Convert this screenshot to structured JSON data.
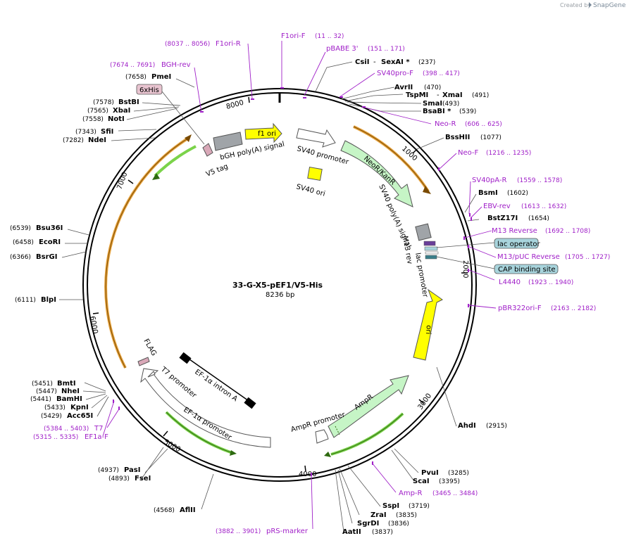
{
  "credit": {
    "prefix": "Created by",
    "brand": "SnapGene"
  },
  "plasmid": {
    "name": "33-G-X5-pEF1/V5-His",
    "size": "8236 bp"
  },
  "ticks": [
    "1000",
    "2000",
    "3000",
    "4000",
    "5000",
    "6000",
    "7000",
    "8000"
  ],
  "sites": [
    {
      "name": "SexAI *",
      "pos": "(237)"
    },
    {
      "name": "CsiI",
      "pos": ""
    },
    {
      "name": "AvrII",
      "pos": "(470)"
    },
    {
      "name": "XmaI",
      "pos": "(491)"
    },
    {
      "name": "TspMI",
      "pos": ""
    },
    {
      "name": "SmaI",
      "pos": "(493)"
    },
    {
      "name": "BsaBI *",
      "pos": "(539)"
    },
    {
      "name": "BssHII",
      "pos": "(1077)"
    },
    {
      "name": "BsmI",
      "pos": "(1602)"
    },
    {
      "name": "BstZ17I",
      "pos": "(1654)"
    },
    {
      "name": "AhdI",
      "pos": "(2915)"
    },
    {
      "name": "PvuI",
      "pos": "(3285)"
    },
    {
      "name": "ScaI",
      "pos": "(3395)"
    },
    {
      "name": "SspI",
      "pos": "(3719)"
    },
    {
      "name": "ZraI",
      "pos": "(3835)"
    },
    {
      "name": "SgrDI",
      "pos": "(3836)"
    },
    {
      "name": "AatII",
      "pos": "(3837)"
    },
    {
      "name": "AflII",
      "pos": "(4568)"
    },
    {
      "name": "PasI",
      "pos": "(4937)"
    },
    {
      "name": "FseI",
      "pos": "(4893)"
    },
    {
      "name": "BmtI",
      "pos": "(5451)"
    },
    {
      "name": "NheI",
      "pos": "(5447)"
    },
    {
      "name": "BamHI",
      "pos": "(5441)"
    },
    {
      "name": "KpnI",
      "pos": "(5433)"
    },
    {
      "name": "Acc65I",
      "pos": "(5429)"
    },
    {
      "name": "BlpI",
      "pos": "(6111)"
    },
    {
      "name": "BsrGI",
      "pos": "(6366)"
    },
    {
      "name": "EcoRI",
      "pos": "(6458)"
    },
    {
      "name": "Bsu36I",
      "pos": "(6539)"
    },
    {
      "name": "NdeI",
      "pos": "(7282)"
    },
    {
      "name": "SfiI",
      "pos": "(7343)"
    },
    {
      "name": "NotI",
      "pos": "(7558)"
    },
    {
      "name": "XbaI",
      "pos": "(7565)"
    },
    {
      "name": "BstBI",
      "pos": "(7578)"
    },
    {
      "name": "PmeI",
      "pos": "(7658)"
    }
  ],
  "primers": [
    {
      "name": "F1ori-F",
      "pos": "(11 .. 32)"
    },
    {
      "name": "pBABE 3'",
      "pos": "(151 .. 171)"
    },
    {
      "name": "SV40pro-F",
      "pos": "(398 .. 417)"
    },
    {
      "name": "Neo-R",
      "pos": "(606 .. 625)"
    },
    {
      "name": "Neo-F",
      "pos": "(1216 .. 1235)"
    },
    {
      "name": "SV40pA-R",
      "pos": "(1559 .. 1578)"
    },
    {
      "name": "EBV-rev",
      "pos": "(1613 .. 1632)"
    },
    {
      "name": "M13 Reverse",
      "pos": "(1692 .. 1708)"
    },
    {
      "name": "M13/pUC Reverse",
      "pos": "(1705 .. 1727)"
    },
    {
      "name": "L4440",
      "pos": "(1923 .. 1940)"
    },
    {
      "name": "pBR322ori-F",
      "pos": "(2163 .. 2182)"
    },
    {
      "name": "Amp-R",
      "pos": "(3465 .. 3484)"
    },
    {
      "name": "pRS-marker",
      "pos": "(3882 .. 3901)"
    },
    {
      "name": "T7",
      "pos": "(5384 .. 5403)"
    },
    {
      "name": "EF1a-F",
      "pos": "(5315 .. 5335)"
    },
    {
      "name": "F1ori-R",
      "pos": "(8037 .. 8056)"
    },
    {
      "name": "BGH-rev",
      "pos": "(7674 .. 7691)"
    }
  ],
  "features": {
    "f1_ori": "f1 ori",
    "bgh": "bGH poly(A) signal",
    "sv40_promoter": "SV40 promoter",
    "neo": "NeoR/KanR",
    "sv40_ori": "SV40 ori",
    "sv40_polya": "SV40 poly(A) signal",
    "m13_rev": "M13 rev",
    "lac_promoter": "lac promoter",
    "lac_operator": "lac operator",
    "cap_site": "CAP binding site",
    "ori": "ori",
    "ampr": "AmpR",
    "ampr_promoter": "AmpR promoter",
    "ef1a_promoter": "EF-1α promoter",
    "ef1a_intron": "EF-1α intron A",
    "t7_promoter": "T7 promoter",
    "flag": "FLAG",
    "v5_tag": "V5 tag",
    "sixhis": "6xHis"
  },
  "colors": {
    "primer": "#a020c8",
    "f1_ori": "#ffff00",
    "ori": "#ffff00",
    "neo": "#c6f5c6",
    "ampr": "#c6f5c6",
    "orf_orange": "#e6a23c",
    "orf_green": "#4caf50",
    "misc_gray": "#a0a4a8",
    "lac_box": "#a8d4dc",
    "sixhis_box": "#e8c4d0"
  }
}
